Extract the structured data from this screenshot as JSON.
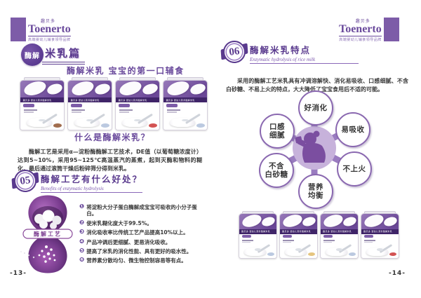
{
  "brand": {
    "logo_cn": "趣贝多",
    "logo_en": "Toenerto",
    "tagline": "高端婴幼儿辅食领导品牌"
  },
  "package": {
    "band_text": "趣贝多 婴幼儿营养酶解米乳"
  },
  "left_page": {
    "badge_circle": "酶解",
    "badge_title": "米乳篇",
    "headline": "酶解米乳 宝宝的第一口辅食",
    "question_title": "什么是酶解米乳？",
    "intro_paragraph": "酶解工艺是采用α—淀粉酶酶解工艺技术，DE值（以葡萄糖浓度计）达到5~10%，采用95~125℃高温蒸汽的蒸煮，起到灭酶和物料的糊化，最后通过滚筒干燥后粉碎筛分得到米乳。",
    "section": {
      "number": "05",
      "title": "酶解工艺有什么好处？",
      "subtitle": "Benefits of enzymatic hydrolysis"
    },
    "hourglass_label": "酶解工艺",
    "benefits": [
      {
        "n": "❶",
        "t": "将淀粉大分子蛋白酶解成宝宝可吸收的小分子蛋白。"
      },
      {
        "n": "❷",
        "t": "使米乳糊化度大于99.5%。"
      },
      {
        "n": "❸",
        "t": "消化吸收率比传统工艺产品提高10%以上。"
      },
      {
        "n": "❹",
        "t": "产品冲调后更细腻、更易消化吸收。"
      },
      {
        "n": "❺",
        "t": "提高了米乳的消化性能、具有更好的吸水性。"
      },
      {
        "n": "❻",
        "t": "营养素分散均匀、微生物控制容易等有点。"
      }
    ],
    "page_number": "-13-"
  },
  "right_page": {
    "section": {
      "number": "06",
      "title": "酶解米乳特点",
      "subtitle": "Enzymatic hydrolysis of rice milk"
    },
    "paragraph": "采用的酶解工艺米乳具有冲调溶解快、消化易吸收、口感细腻、不含白砂糖、不易上火的特点，大大降低了宝宝食用后不适的可能。",
    "features": [
      {
        "l1": "好消化",
        "l2": ""
      },
      {
        "l1": "易吸收",
        "l2": ""
      },
      {
        "l1": "不上火",
        "l2": ""
      },
      {
        "l1": "营养",
        "l2": "均衡"
      },
      {
        "l1": "不含",
        "l2": "白砂糖"
      },
      {
        "l1": "口感",
        "l2": "细腻"
      }
    ],
    "page_number": "-14-"
  },
  "colors": {
    "primary_purple": "#6a4a9c",
    "deep_purple": "#5a3a8e",
    "band_purple": "#3f2468",
    "magenta": "#8d3f93",
    "lavender": "#c7b2db"
  }
}
